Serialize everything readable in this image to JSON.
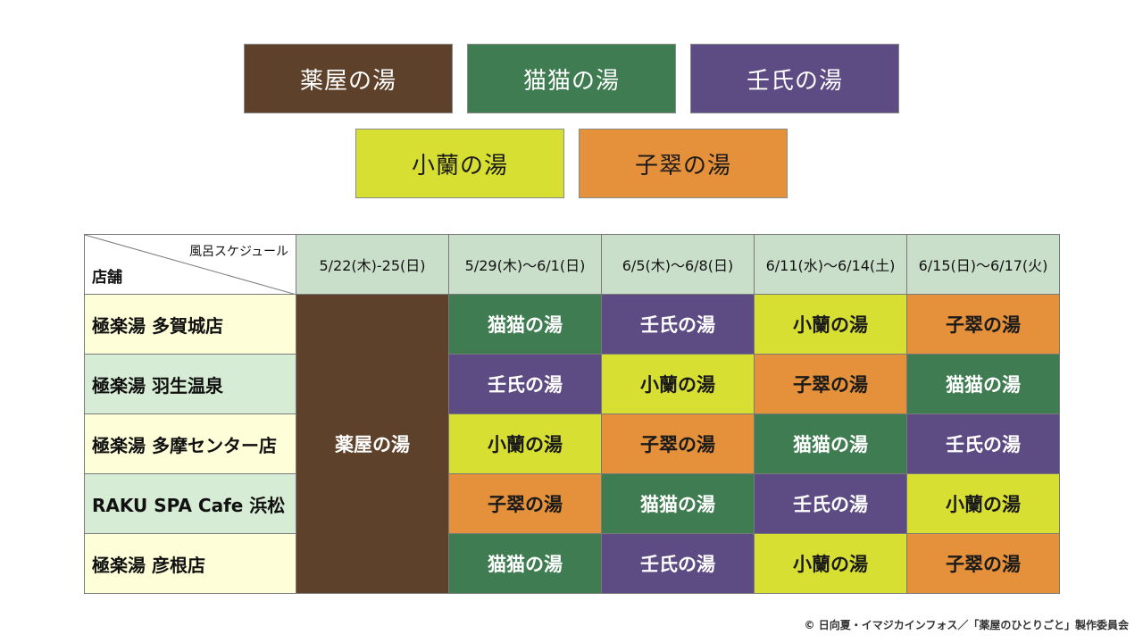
{
  "legend": {
    "row1": [
      "薬屋の湯",
      "猫猫の湯",
      "壬氏の湯"
    ],
    "row2": [
      "小蘭の湯",
      "子翠の湯"
    ]
  },
  "colors": {
    "kusuriya": "#5e412a",
    "maomao": "#3f7c52",
    "jinshi": "#5d4b83",
    "shoran": "#d8df33",
    "shisui": "#e5903a"
  },
  "table": {
    "header_schedule": "風呂スケジュール",
    "header_store": "店舗",
    "dates": [
      "5/22(木)-25(日)",
      "5/29(木)～6/1(日)",
      "6/5(木)～6/8(日)",
      "6/11(水)～6/14(土)",
      "6/15(日)～6/17(火)"
    ],
    "first_period_bath": "薬屋の湯",
    "stores": [
      "極楽湯 多賀城店",
      "極楽湯 羽生温泉",
      "極楽湯 多摩センター店",
      "RAKU SPA Cafe 浜松",
      "極楽湯 彦根店"
    ],
    "rows": [
      [
        "猫猫の湯",
        "壬氏の湯",
        "小蘭の湯",
        "子翠の湯"
      ],
      [
        "壬氏の湯",
        "小蘭の湯",
        "子翠の湯",
        "猫猫の湯"
      ],
      [
        "小蘭の湯",
        "子翠の湯",
        "猫猫の湯",
        "壬氏の湯"
      ],
      [
        "子翠の湯",
        "猫猫の湯",
        "壬氏の湯",
        "小蘭の湯"
      ],
      [
        "猫猫の湯",
        "壬氏の湯",
        "小蘭の湯",
        "子翠の湯"
      ]
    ]
  },
  "copyright": "© 日向夏・イマジカインフォス／「薬屋のひとりごと」製作委員会"
}
